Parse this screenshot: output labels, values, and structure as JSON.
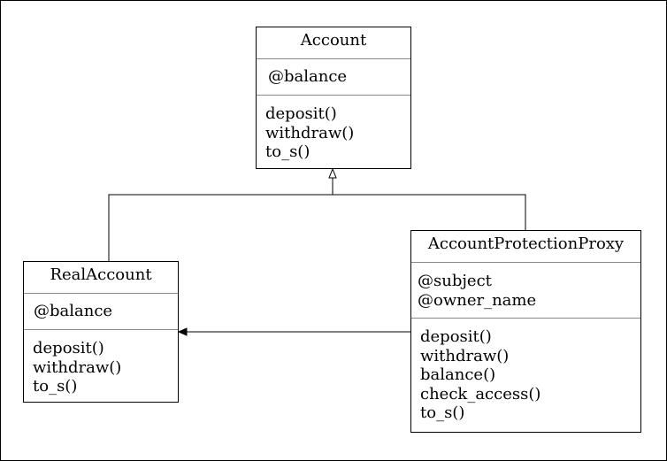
{
  "diagram": {
    "classes": {
      "account": {
        "name": "Account",
        "attributes": [
          "@balance"
        ],
        "methods": [
          "deposit()",
          "withdraw()",
          "to_s()"
        ]
      },
      "real_account": {
        "name": "RealAccount",
        "attributes": [
          "@balance"
        ],
        "methods": [
          "deposit()",
          "withdraw()",
          "to_s()"
        ]
      },
      "proxy": {
        "name": "AccountProtectionProxy",
        "attributes": [
          "@subject",
          "@owner_name"
        ],
        "methods": [
          "deposit()",
          "withdraw()",
          "balance()",
          "check_access()",
          "to_s()"
        ]
      }
    },
    "relationships": [
      {
        "type": "inheritance",
        "from": "RealAccount",
        "to": "Account"
      },
      {
        "type": "inheritance",
        "from": "AccountProtectionProxy",
        "to": "Account"
      },
      {
        "type": "association",
        "from": "AccountProtectionProxy",
        "to": "RealAccount"
      }
    ]
  }
}
